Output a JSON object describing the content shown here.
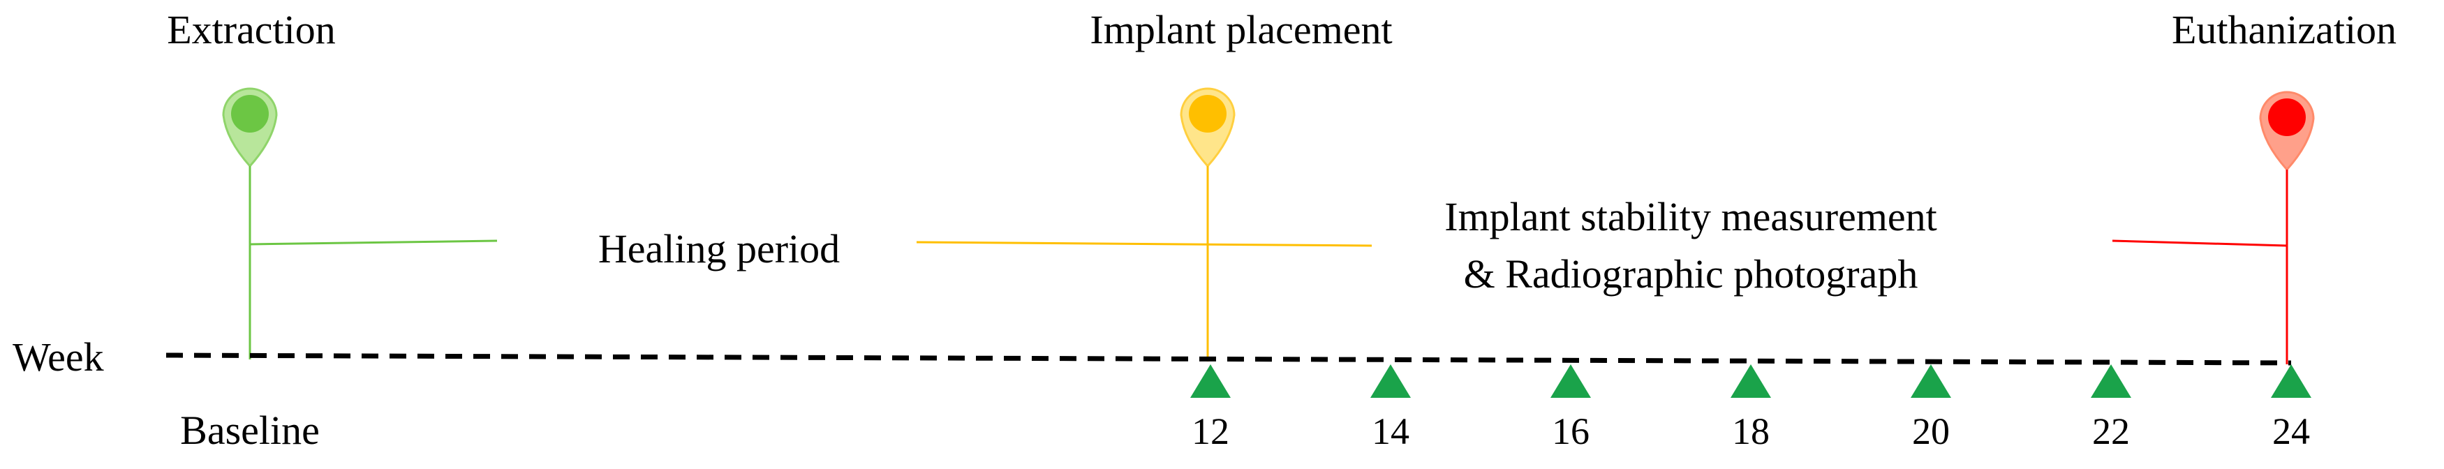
{
  "labels": {
    "extraction": "Extraction",
    "implant_placement": "Implant placement",
    "euthanization": "Euthanization",
    "healing_period": "Healing period",
    "stability_line1": "Implant stability measurement",
    "stability_line2": "& Radiographic photograph",
    "week": "Week",
    "baseline": "Baseline"
  },
  "week_ticks": [
    "12",
    "14",
    "16",
    "18",
    "20",
    "22",
    "24"
  ],
  "colors": {
    "extraction": "#6cc644",
    "implant": "#ffbf00",
    "euthanization": "#ff0000",
    "marker": "#1aa34a",
    "axis": "#000000"
  }
}
